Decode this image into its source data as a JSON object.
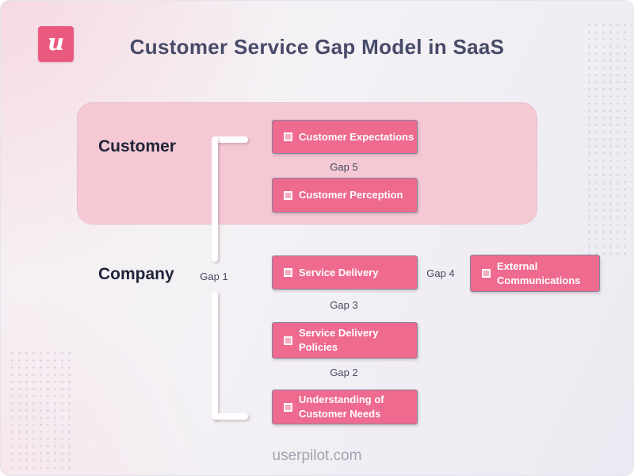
{
  "header": {
    "logo_letter": "u",
    "title": "Customer Service Gap Model in SaaS"
  },
  "customer_section": {
    "label": "Customer",
    "expectations_box": "Customer Expectations",
    "gap5_label": "Gap 5",
    "perception_box": "Customer Perception"
  },
  "company_section": {
    "label": "Company",
    "gap1_label": "Gap 1",
    "service_delivery_box": "Service Delivery",
    "gap4_label": "Gap 4",
    "external_communications_box": "External Communications",
    "gap3_label": "Gap 3",
    "service_delivery_policies_box": "Service Delivery Policies",
    "gap2_label": "Gap 2",
    "understanding_needs_box": "Understanding of Customer Needs"
  },
  "footer": {
    "site": "userpilot.com"
  },
  "colors": {
    "box_pink": "#ee6a8e",
    "panel_pink": "#f4c9d4",
    "logo_pink": "#ea5a80",
    "title_navy": "#474a68",
    "section_label_navy": "#1f2439",
    "gap_label_gray": "#464b5e",
    "box_border_gray": "#83869c",
    "box_text_white": "#ffffff",
    "footer_gray": "#a6a2b2",
    "bracket_white": "#ffffff"
  }
}
